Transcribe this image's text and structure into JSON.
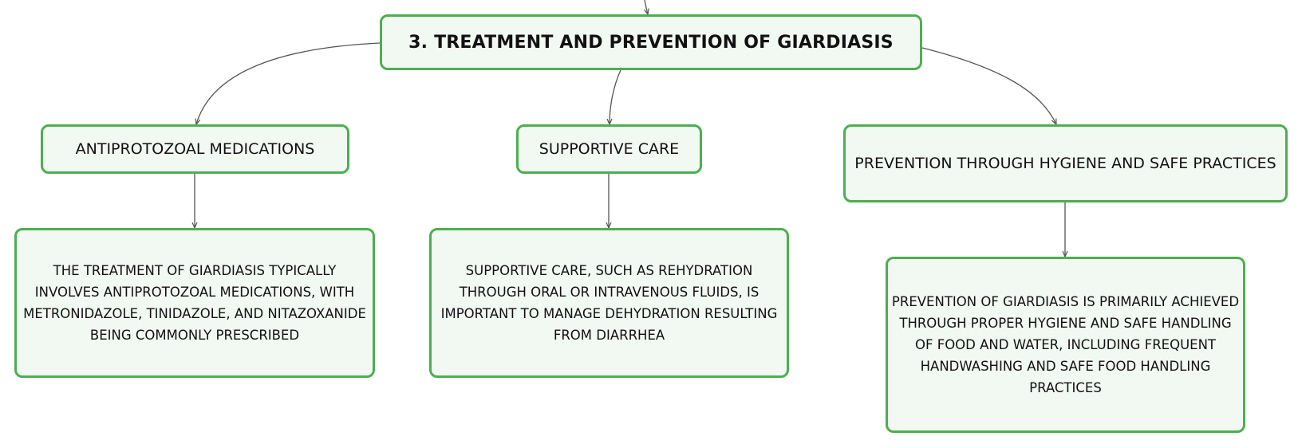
{
  "diagram": {
    "root": {
      "label": "3. TREATMENT AND PREVENTION OF GIARDIASIS"
    },
    "branches": [
      {
        "label": "ANTIPROTOZOAL MEDICATIONS",
        "detail": "THE TREATMENT OF GIARDIASIS TYPICALLY INVOLVES ANTIPROTOZOAL MEDICATIONS, WITH METRONIDAZOLE, TINIDAZOLE, AND NITAZOXANIDE BEING COMMONLY PRESCRIBED"
      },
      {
        "label": "SUPPORTIVE CARE",
        "detail": "SUPPORTIVE CARE, SUCH AS REHYDRATION THROUGH ORAL OR INTRAVENOUS FLUIDS, IS IMPORTANT TO MANAGE DEHYDRATION RESULTING FROM DIARRHEA"
      },
      {
        "label": "PREVENTION THROUGH HYGIENE AND SAFE PRACTICES",
        "detail": "PREVENTION OF GIARDIASIS IS PRIMARILY ACHIEVED THROUGH PROPER HYGIENE AND SAFE HANDLING OF FOOD AND WATER, INCLUDING FREQUENT HANDWASHING AND SAFE FOOD HANDLING PRACTICES"
      }
    ]
  },
  "colors": {
    "node_border": "#4caf50",
    "node_fill": "#f2f9f3",
    "connector": "#555555",
    "text": "#111111"
  }
}
